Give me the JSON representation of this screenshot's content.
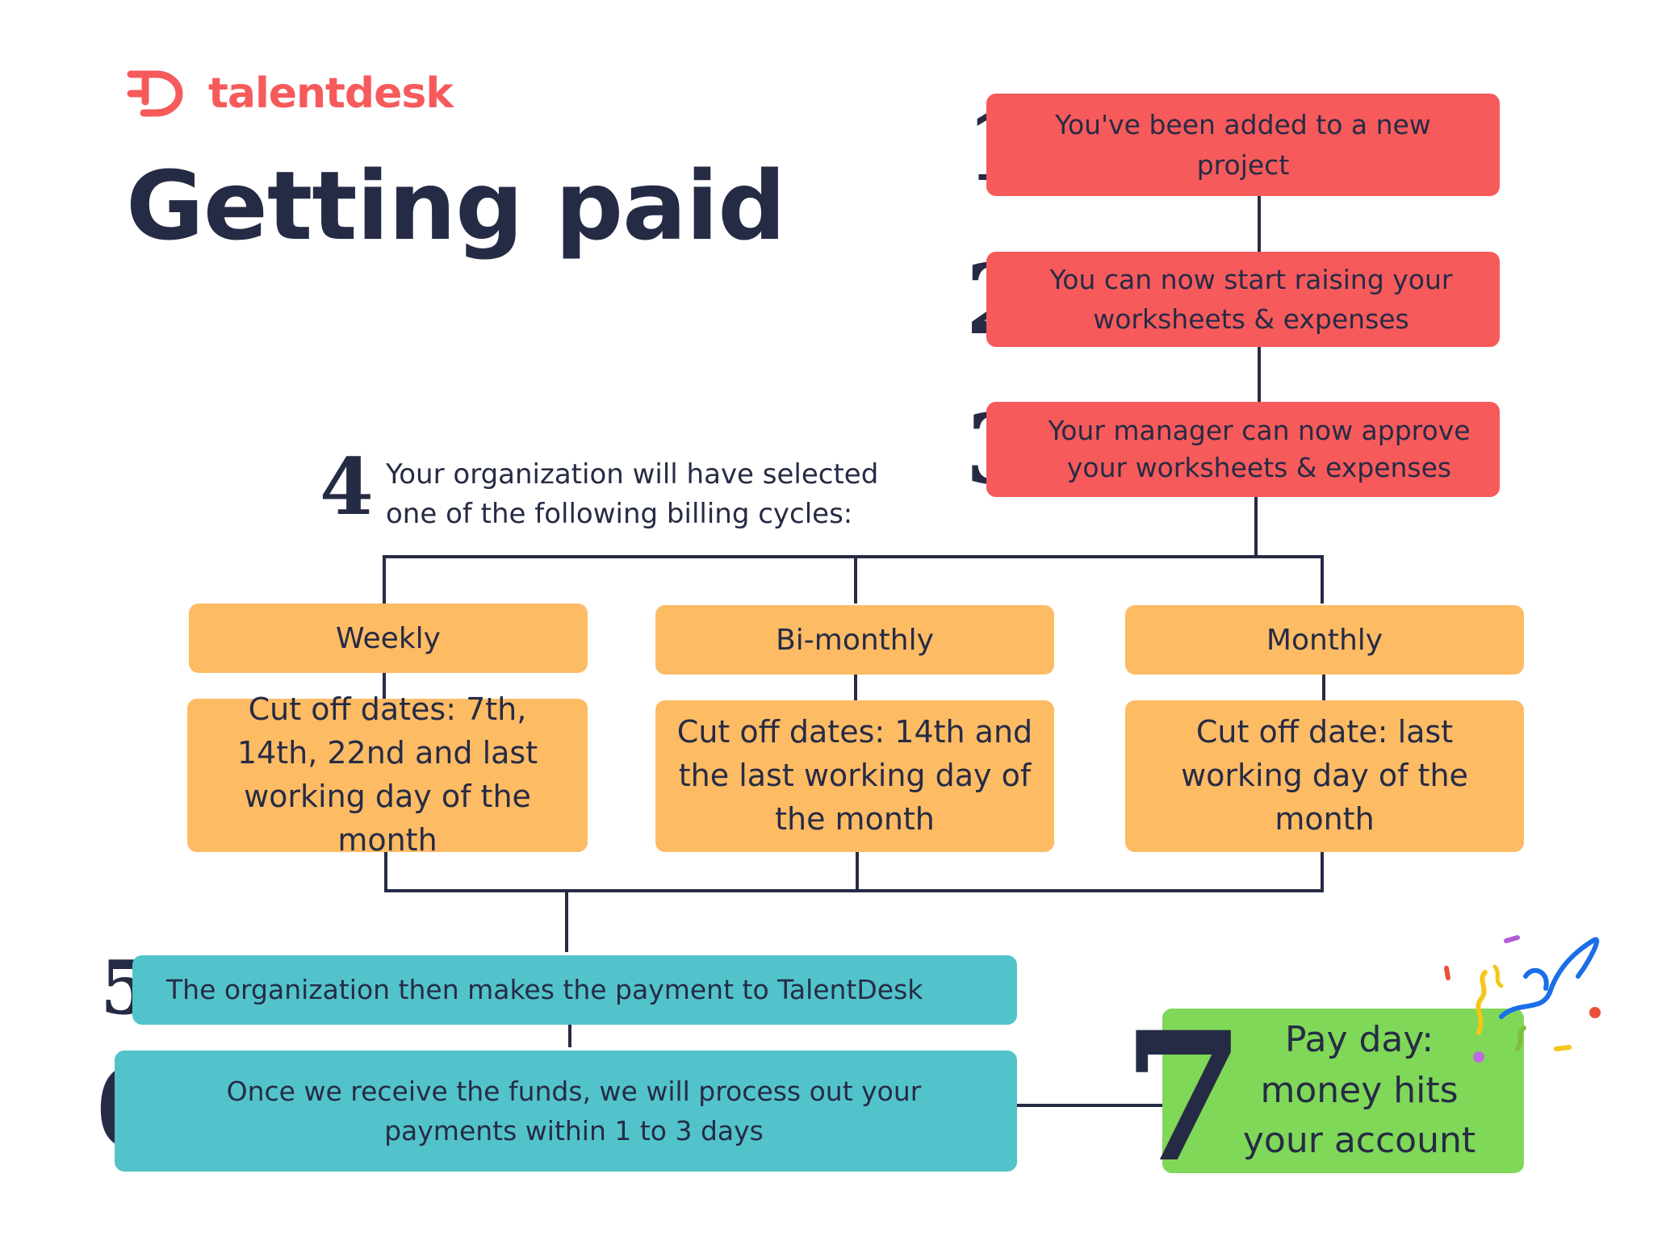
{
  "brand": {
    "name": "talentdesk",
    "color": "#f65a5b",
    "logo_icon": "talentdesk-logo-icon"
  },
  "title": "Getting paid",
  "colors": {
    "navy": "#262b45",
    "red": "#f65a5b",
    "orange": "#fdbb64",
    "teal": "#52c3cb",
    "green": "#7fd858"
  },
  "steps": {
    "s1": {
      "number": "1",
      "text": "You've been added to a new project"
    },
    "s2": {
      "number": "2",
      "text": "You can now start raising your worksheets & expenses"
    },
    "s3": {
      "number": "3",
      "text": "Your manager can now approve your worksheets & expenses"
    },
    "s4": {
      "number": "4",
      "text": "Your organization will have selected one of the following billing cycles:"
    },
    "s5": {
      "number": "5",
      "text": "The organization then makes the payment to TalentDesk"
    },
    "s6": {
      "number": "6",
      "text": "Once we receive the funds, we will process out your payments within 1 to 3 days"
    },
    "s7": {
      "number": "7",
      "text": "Pay day: money hits your account"
    }
  },
  "cycles": [
    {
      "name": "Weekly",
      "detail": "Cut off dates: 7th, 14th, 22nd and last working day of the month"
    },
    {
      "name": "Bi-monthly",
      "detail": "Cut off dates: 14th and the last working day of the month"
    },
    {
      "name": "Monthly",
      "detail": "Cut off date: last working day of the month"
    }
  ],
  "decoration": {
    "icon": "confetti-icon"
  }
}
